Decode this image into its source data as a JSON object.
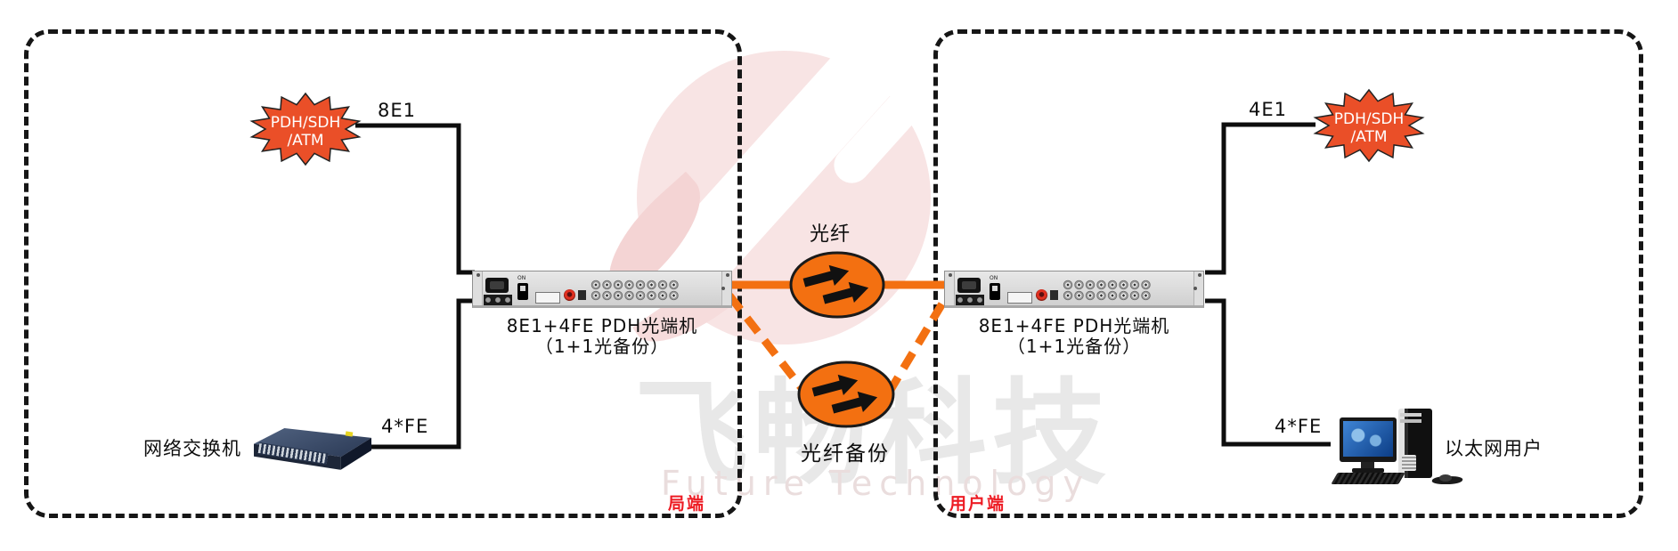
{
  "watermark": {
    "cn_text": "飞畅科技",
    "en_text": "Future Technology"
  },
  "zones": {
    "left_label": "局端",
    "right_label": "用户端"
  },
  "center": {
    "fiber_label": "光纤",
    "fiber_backup_label": "光纤备份"
  },
  "left": {
    "starburst_line1": "PDH/SDH",
    "starburst_line2": "/ATM",
    "e1_label": "8E1",
    "fe_label": "4*FE",
    "switch_label": "网络交换机",
    "device_label_line1": "8E1+4FE PDH光端机",
    "device_label_line2": "（1+1光备份）"
  },
  "right": {
    "starburst_line1": "PDH/SDH",
    "starburst_line2": "/ATM",
    "e1_label": "4E1",
    "fe_label": "4*FE",
    "user_label": "以太网用户",
    "device_label_line1": "8E1+4FE PDH光端机",
    "device_label_line2": "（1+1光备份）"
  },
  "device_face": {
    "power_switch_label": "ON"
  },
  "colors": {
    "fiber_orange": "#F37011",
    "starburst_red": "#EA4F28",
    "zone_label_red": "#ED1C24",
    "line_black": "#0D0D0D",
    "watermark_pink": "#F8E4E4"
  }
}
